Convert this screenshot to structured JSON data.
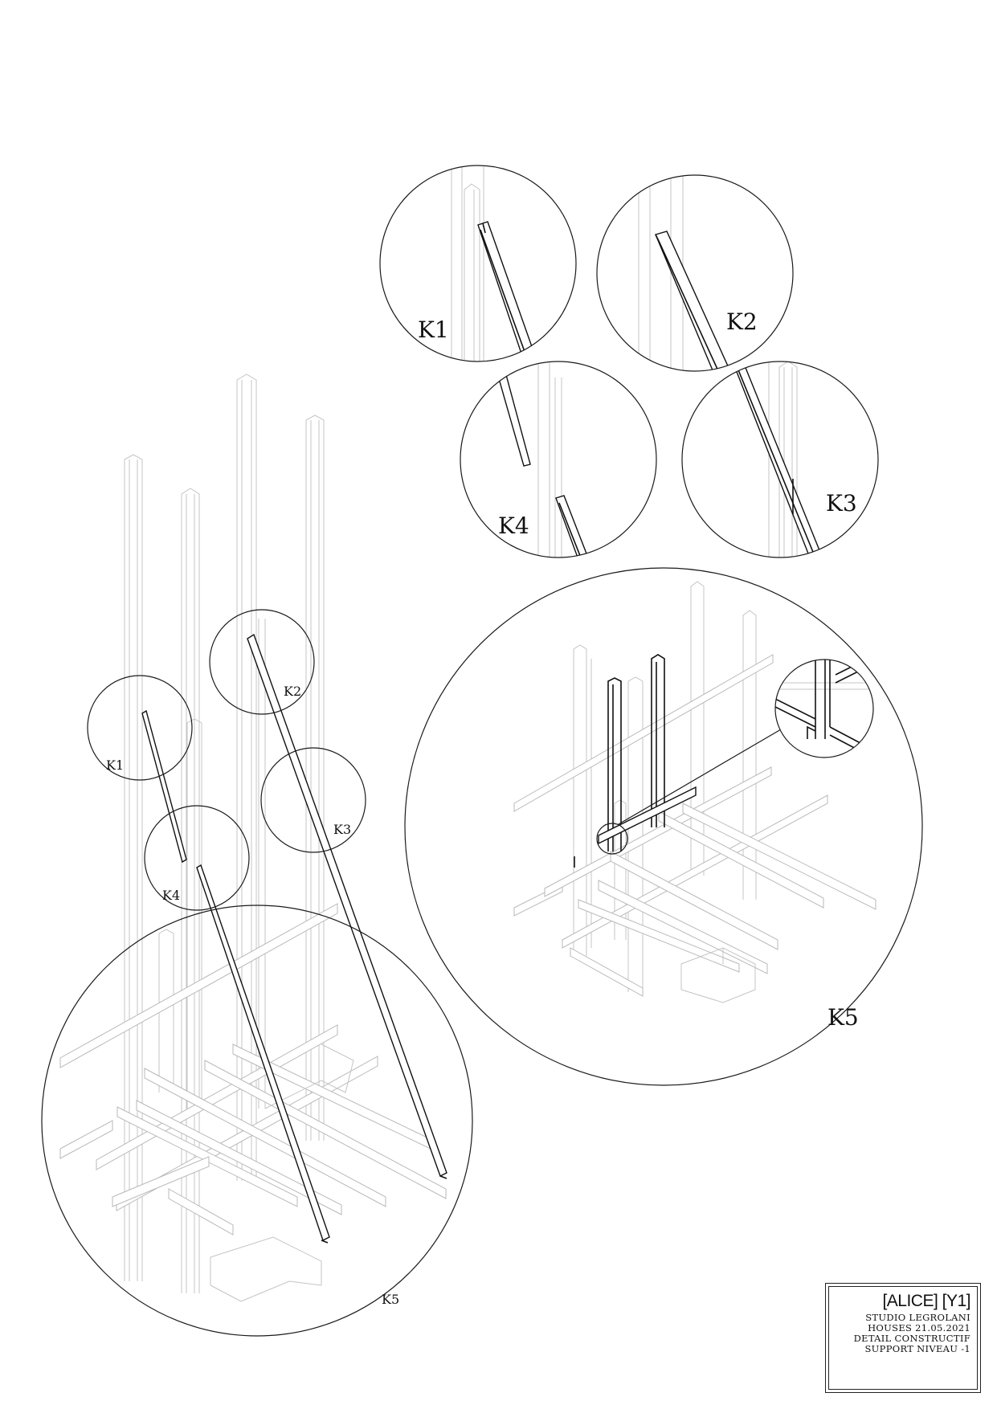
{
  "callouts": {
    "k1": "K1",
    "k2": "K2",
    "k3": "K3",
    "k4": "K4",
    "k5": "K5"
  },
  "title_block": {
    "title": "[ALICE] [Y1]",
    "studio": "STUDIO LEGROLANI",
    "project_date": "HOUSES 21.05.2021",
    "drawing_type": "DETAIL CONSTRUCTIF",
    "subject": "SUPPORT NIVEAU -1"
  }
}
